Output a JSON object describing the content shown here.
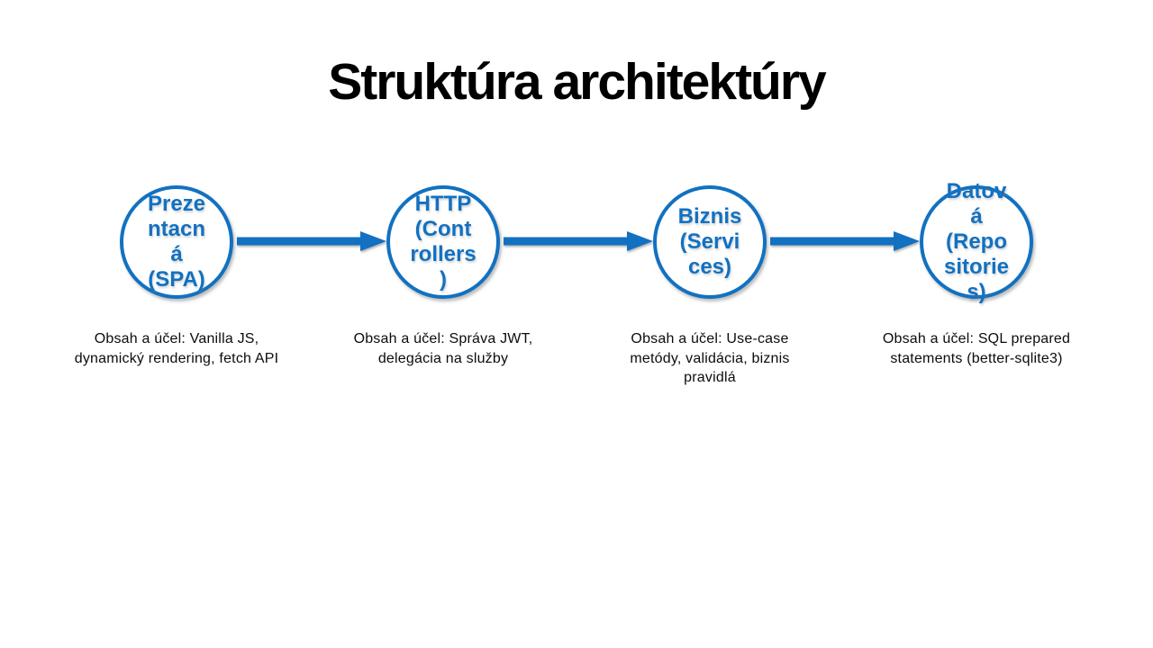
{
  "slide": {
    "title": "Struktúra architektúry"
  },
  "colors": {
    "accent": "#1271C1",
    "title": "#000000",
    "caption": "#0c0c0c",
    "background": "#ffffff"
  },
  "diagram": {
    "type": "horizontal-flow",
    "nodes": [
      {
        "label": "Preze\nntacn\ná\n(SPA)",
        "caption": "Obsah a účel: Vanilla JS,\ndynamický rendering, fetch API"
      },
      {
        "label": "HTTP\n(Cont\nrollers\n)",
        "caption": "Obsah a účel: Správa JWT,\ndelegácia na služby"
      },
      {
        "label": "Biznis\n(Servi\nces)",
        "caption": "Obsah a účel: Use-case\nmetódy, validácia, biznis\npravidlá"
      },
      {
        "label": "Datov\ná\n(Repo\nsitorie\ns)",
        "caption": "Obsah a účel: SQL prepared\nstatements (better-sqlite3)"
      }
    ]
  }
}
